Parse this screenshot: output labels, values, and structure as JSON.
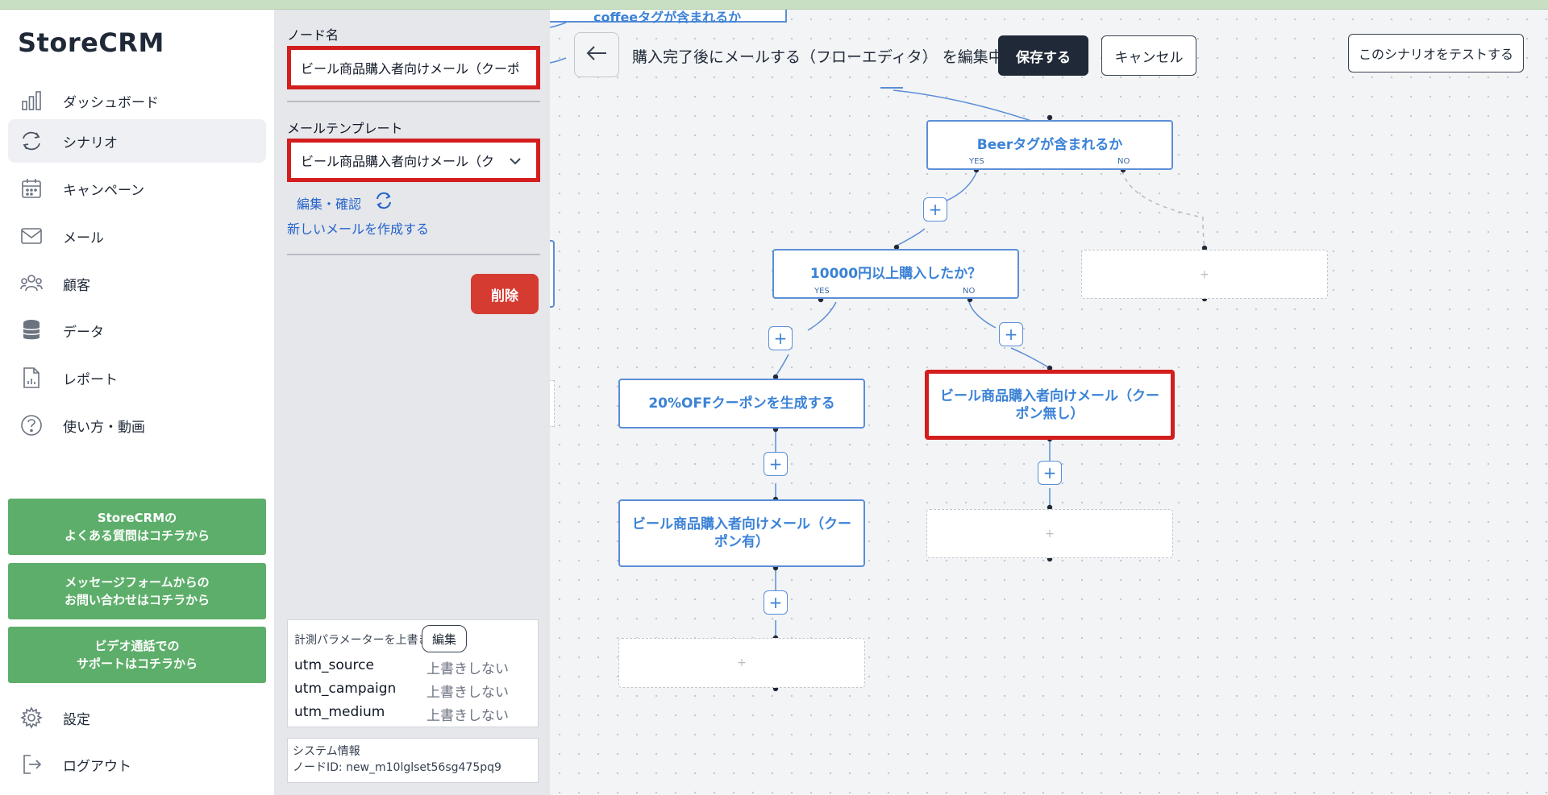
{
  "app": {
    "brand": "StoreCRM"
  },
  "sidebar": {
    "items": [
      {
        "label": "ダッシュボード",
        "icon": "bar-chart-icon"
      },
      {
        "label": "シナリオ",
        "icon": "refresh-icon",
        "active": true
      },
      {
        "label": "キャンペーン",
        "icon": "calendar-icon"
      },
      {
        "label": "メール",
        "icon": "mail-icon"
      },
      {
        "label": "顧客",
        "icon": "users-icon"
      },
      {
        "label": "データ",
        "icon": "database-icon"
      },
      {
        "label": "レポート",
        "icon": "report-icon"
      },
      {
        "label": "使い方・動画",
        "icon": "help-circle-icon"
      }
    ],
    "help_buttons": [
      {
        "line1": "StoreCRMの",
        "line2": "よくある質問はコチラから"
      },
      {
        "line1": "メッセージフォームからの",
        "line2": "お問い合わせはコチラから"
      },
      {
        "line1": "ビデオ通話での",
        "line2": "サポートはコチラから"
      }
    ],
    "bottom_items": [
      {
        "label": "設定",
        "icon": "gear-icon"
      },
      {
        "label": "ログアウト",
        "icon": "logout-icon"
      }
    ]
  },
  "panel": {
    "node_name_label": "ノード名",
    "node_name_value": "ビール商品購入者向けメール（クーポン無し）",
    "template_label": "メールテンプレート",
    "template_value": "ビール商品購入者向けメール（ク",
    "edit_confirm_link": "編集・確認",
    "new_mail_link": "新しいメールを作成する",
    "delete_button": "削除",
    "params": {
      "heading": "計測パラメーターを上書き",
      "edit_button": "編集",
      "rows": [
        {
          "key": "utm_source",
          "value": "上書きしない"
        },
        {
          "key": "utm_campaign",
          "value": "上書きしない"
        },
        {
          "key": "utm_medium",
          "value": "上書きしない"
        }
      ]
    },
    "system": {
      "heading": "システム情報",
      "node_id": "ノードID: new_m10lglset56sg475pq9"
    }
  },
  "header": {
    "title": "購入完了後にメールする（フローエディタ） を編集中",
    "save_button": "保存する",
    "cancel_button": "キャンセル",
    "test_button": "このシナリオをテストする"
  },
  "canvas": {
    "partial_top_node": "coffeeタグが含まれるか",
    "nodes": {
      "beer_condition": "Beerタグが含まれるか",
      "amount_condition": "10000円以上購入したか？",
      "coupon_generate": "20%OFFクーポンを生成する",
      "mail_with_coupon_line1": "ビール商品購入者向けメール（クー",
      "mail_with_coupon_line2": "ポン有）",
      "mail_no_coupon_line1": "ビール商品購入者向けメール（クー",
      "mail_no_coupon_line2": "ポン無し）"
    },
    "branch_yes": "YES",
    "branch_no": "NO",
    "plus_symbol": "+"
  },
  "colors": {
    "accent_blue": "#3b82d6",
    "highlight_red": "#d41e1e",
    "help_green": "#5dae6a",
    "delete_red": "#d63b32",
    "save_dark": "#1f2937"
  }
}
